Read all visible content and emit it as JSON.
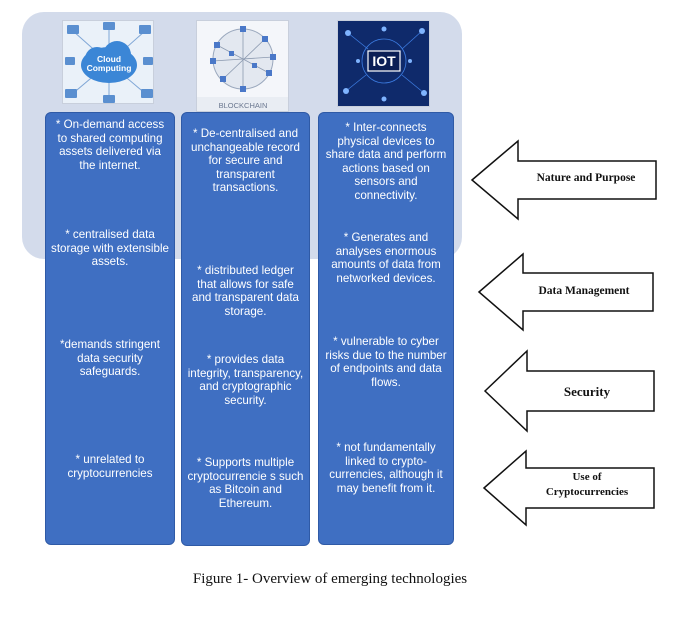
{
  "images": {
    "cloud_label": "Cloud\nComputing",
    "blockchain_label": "BLOCKCHAIN",
    "iot_label": "IOT"
  },
  "columns": {
    "cloud": [
      "* On-demand access to shared computing assets delivered via the internet.",
      "* centralised data storage with extensible assets.",
      "*demands stringent data security safeguards.",
      "* unrelated to cryptocurrencies"
    ],
    "blockchain": [
      "* De-centralised and unchangeable record for secure and transparent transactions.",
      "* distributed ledger that allows for safe and transparent data storage.",
      "* provides data integrity, transparency, and cryptographic security.",
      "* Supports multiple cryptocurrencie s such as Bitcoin and Ethereum."
    ],
    "iot": [
      "* Inter-connects physical devices to share data and perform actions based on sensors and connectivity.",
      "* Generates and analyses enormous amounts of data from networked devices.",
      "* vulnerable to cyber risks due to the number of endpoints and data flows.",
      "* not fundamentally linked to crypto-currencies, although it may benefit from it."
    ]
  },
  "arrows": [
    "Nature and Purpose",
    "Data Management",
    "Security",
    "Use of\nCryptocurrencies"
  ],
  "caption": "Figure 1- Overview of emerging technologies"
}
